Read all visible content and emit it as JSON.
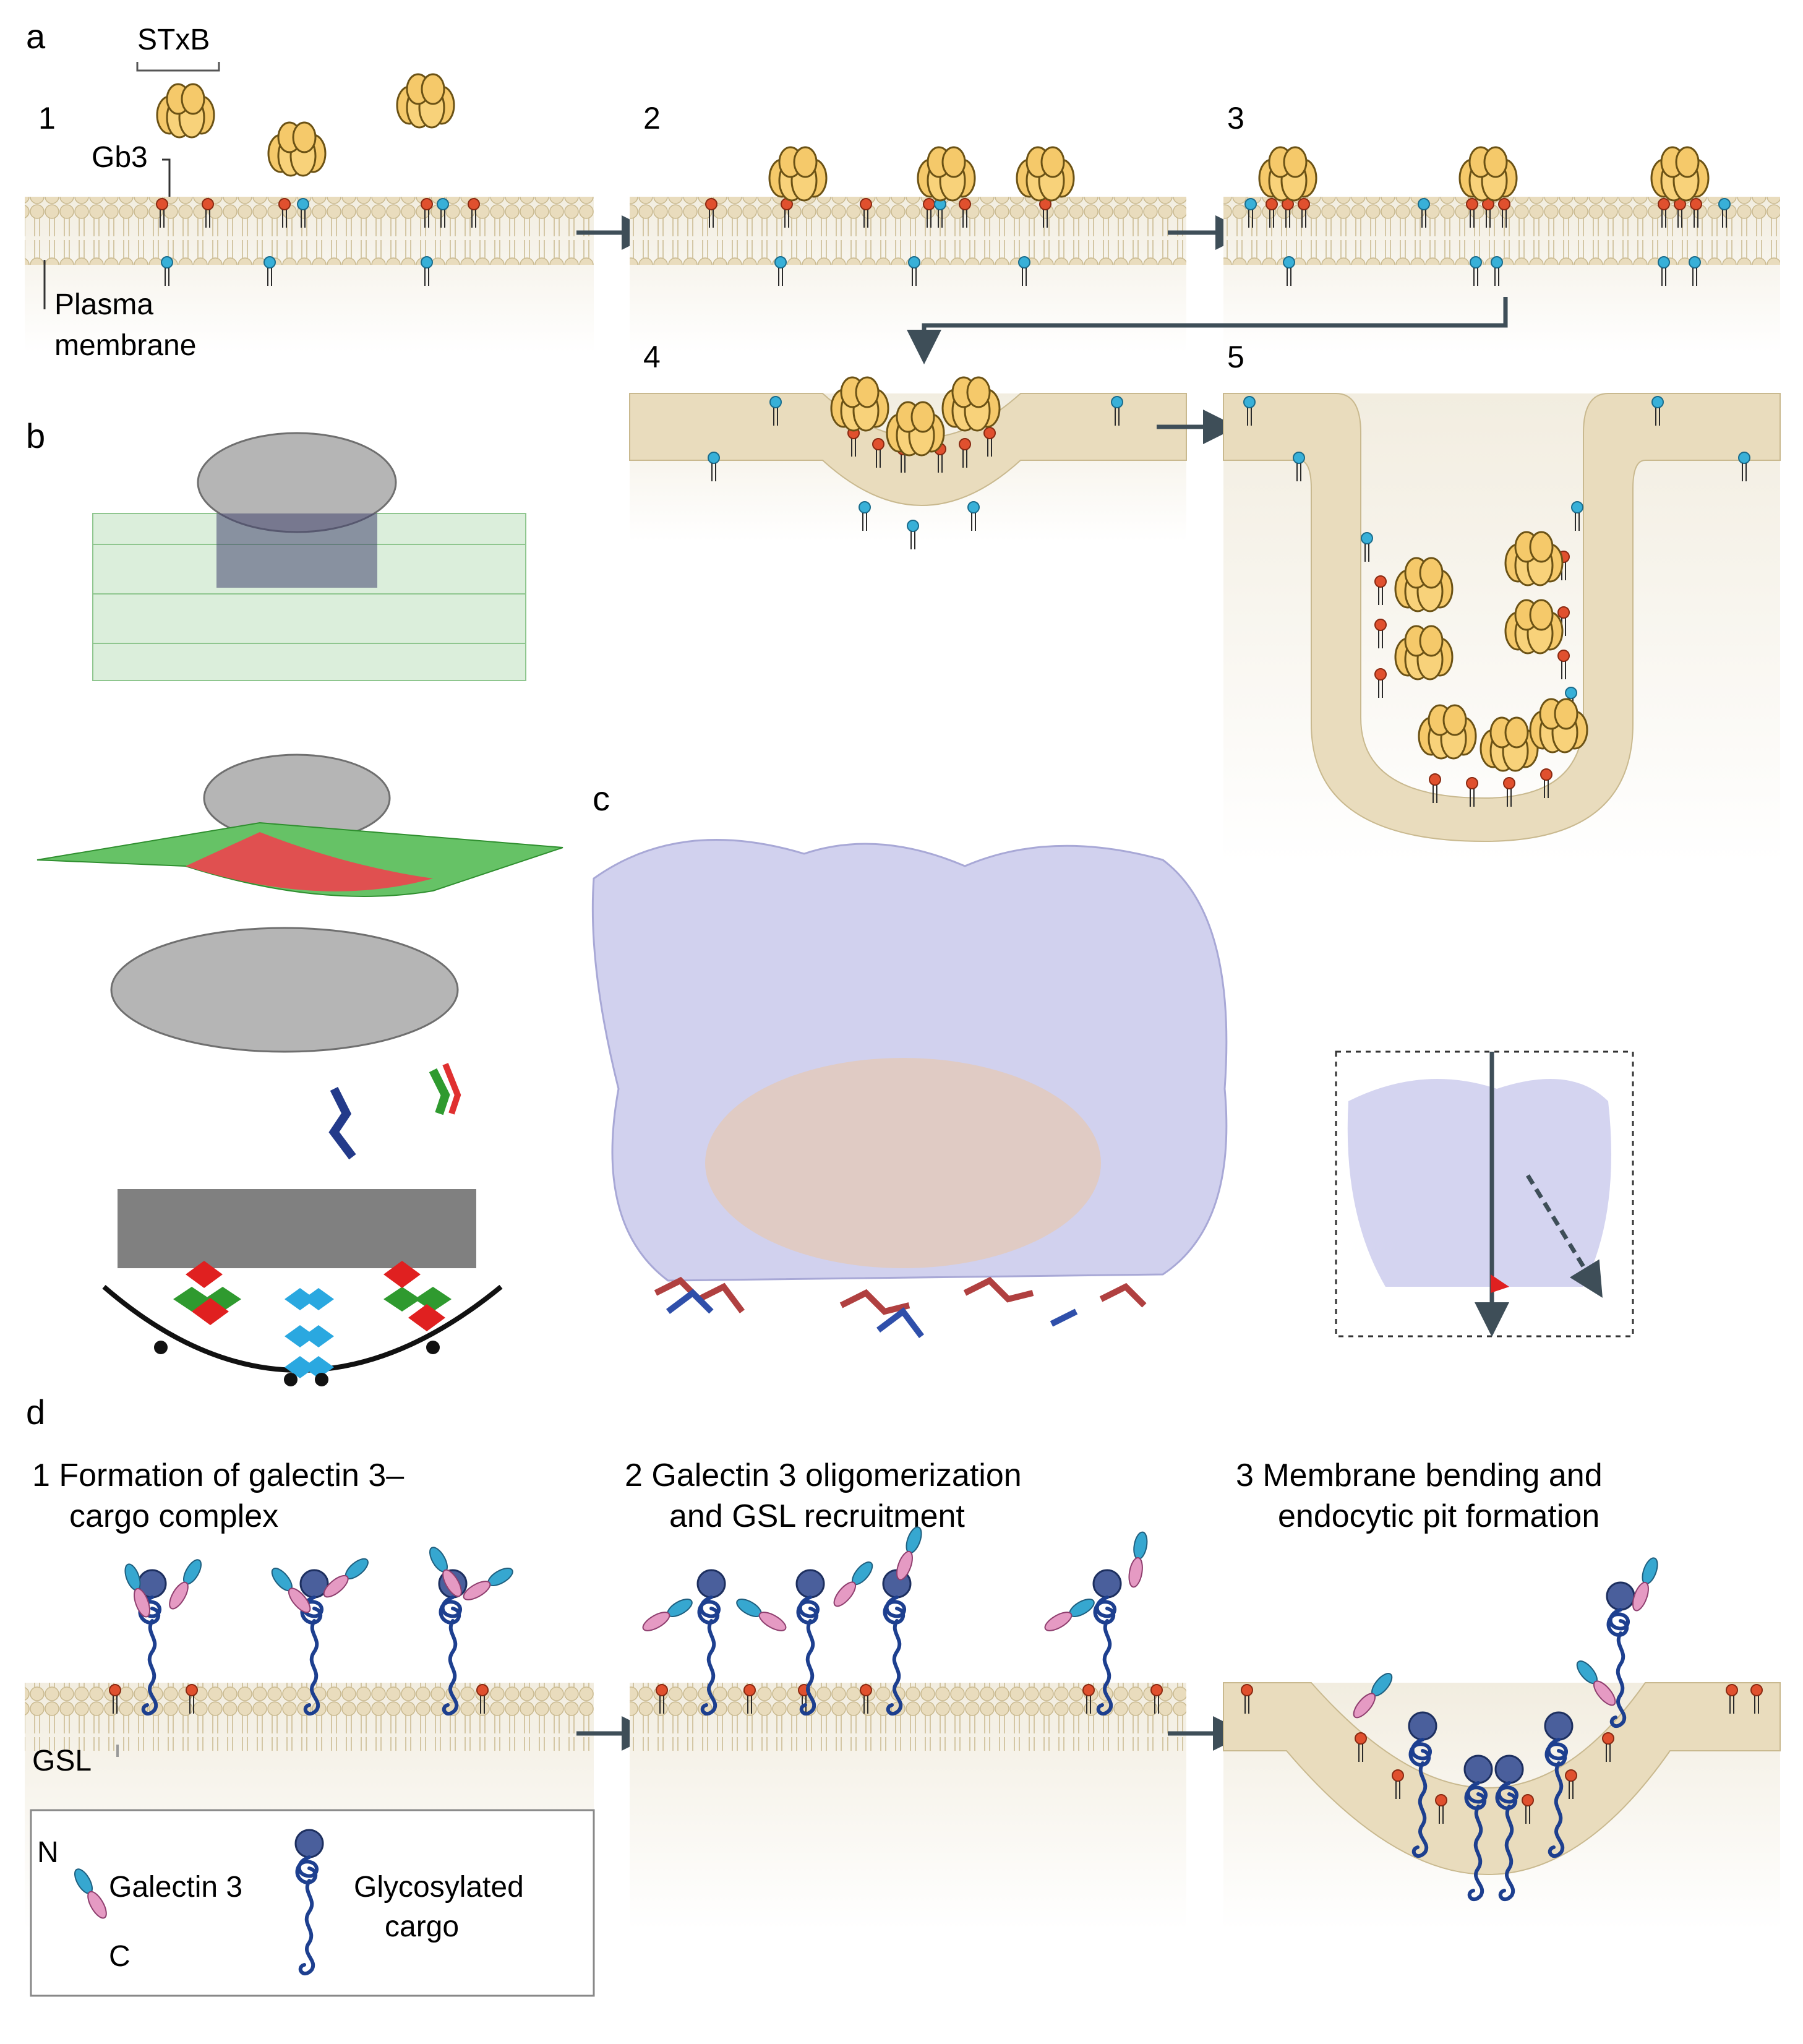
{
  "panel_a": {
    "letter": "a",
    "stxb_label": "STxB",
    "gb3_label": "Gb3",
    "pm_label_1": "Plasma",
    "pm_label_2": "membrane",
    "steps": [
      "1",
      "2",
      "3",
      "4",
      "5"
    ]
  },
  "panel_b": {
    "letter": "b"
  },
  "panel_c": {
    "letter": "c"
  },
  "panel_d": {
    "letter": "d",
    "step1_line1": "1  Formation of galectin 3–",
    "step1_line2": "cargo complex",
    "step2_line1": "2  Galectin 3 oligomerization",
    "step2_line2": "and GSL recruitment",
    "step3_line1": "3  Membrane bending and",
    "step3_line2": "endocytic pit formation",
    "gsl_label": "GSL",
    "legend": {
      "n_label": "N",
      "c_label": "C",
      "galectin_label": "Galectin 3",
      "cargo_line1": "Glycosylated",
      "cargo_line2": "cargo"
    }
  },
  "colors": {
    "membrane": "#e8dcc0",
    "toxin": "#f5c96a",
    "gb3": "#e0502e",
    "cholesterol": "#38b0d8",
    "arrow": "#3e4e58",
    "cargo": "#1d3f8f",
    "protein_c": "#a9a9d8",
    "protein_b": "#9a9a9a",
    "bilayer_b": "#5aa95a"
  },
  "icons": [
    "arrow-icon",
    "toxin-icon",
    "lipid-icon",
    "galectin-icon",
    "cargo-icon"
  ]
}
